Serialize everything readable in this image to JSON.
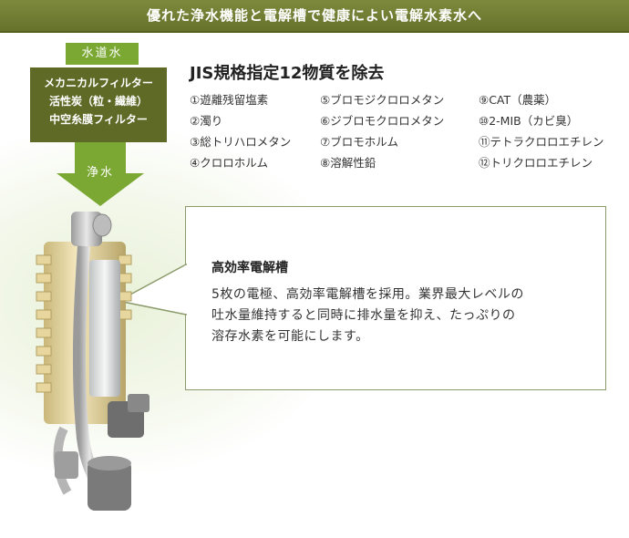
{
  "header": {
    "title": "優れた浄水機能と電解槽で健康によい電解水素水へ"
  },
  "flow": {
    "input_label": "水道水",
    "filters": [
      "メカニカルフィルター",
      "活性炭（粒・繊維）",
      "中空糸膜フィルター"
    ],
    "output_label": "浄水"
  },
  "jis": {
    "title": "JIS規格指定12物質を除去",
    "items": [
      "①遊離残留塩素",
      "②濁り",
      "③総トリハロメタン",
      "④クロロホルム",
      "⑤ブロモジクロロメタン",
      "⑥ジブロモクロロメタン",
      "⑦ブロモホルム",
      "⑧溶解性鉛",
      "⑨CAT（農薬）",
      "⑩2-MIB（カビ臭）",
      "⑪テトラクロロエチレン",
      "⑫トリクロロエチレン"
    ]
  },
  "callout": {
    "title": "高効率電解槽",
    "body": [
      "5枚の電極、高効率電解槽を採用。業界最大レベルの",
      "吐水量維持すると同時に排水量を抑え、たっぷりの",
      "溶存水素を可能にします。"
    ]
  },
  "colors": {
    "header": "#6f7c33",
    "green_arrow": "#7aa832",
    "filter_box": "#5e6a26",
    "callout_border": "#8a9a6a"
  }
}
